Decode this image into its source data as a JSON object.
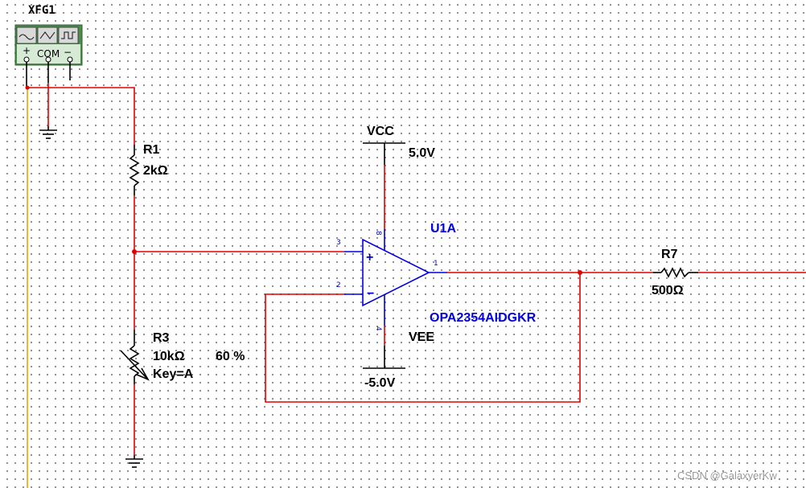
{
  "generator": {
    "ref": "XFG1",
    "terminals": {
      "plus": "+",
      "com": "COM",
      "minus": "−"
    }
  },
  "r1": {
    "ref": "R1",
    "value": "2kΩ"
  },
  "r3": {
    "ref": "R3",
    "value": "10kΩ",
    "percent": "60 %",
    "key": "Key=A"
  },
  "r7": {
    "ref": "R7",
    "value": "500Ω"
  },
  "opamp": {
    "ref": "U1A",
    "part": "OPA2354AIDGKR",
    "pins": {
      "plus": "+",
      "minus": "−",
      "in_plus": "3",
      "in_minus": "2",
      "out": "1",
      "vcc_pin": "8",
      "vee_pin": "4"
    }
  },
  "vcc": {
    "label": "VCC",
    "value": "5.0V"
  },
  "vee": {
    "label": "VEE",
    "value": "-5.0V"
  },
  "watermark": "CSDN @GalaxyerKw",
  "colors": {
    "wire": "#e00000",
    "component": "#000000",
    "opamp": "#0000e0",
    "probe_wire": "#f0a000",
    "generator_body": "#4e8c4e"
  }
}
